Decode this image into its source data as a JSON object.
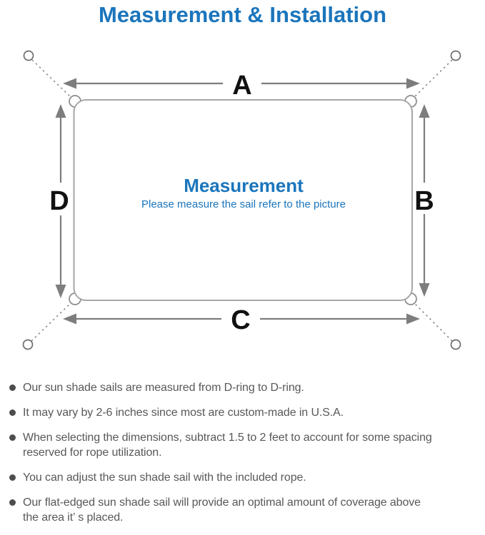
{
  "title": "Measurement & Installation",
  "diagram": {
    "edge_labels": {
      "top": "A",
      "right": "B",
      "bottom": "C",
      "left": "D"
    },
    "center_title": "Measurement",
    "center_subtitle": "Please measure the sail refer to the picture"
  },
  "notes": [
    "Our sun shade sails are measured from D-ring to D-ring.",
    "It may vary by 2-6 inches since most are custom-made in U.S.A.",
    "When selecting the dimensions, subtract 1.5 to 2 feet to account for some spacing\nreserved for rope utilization.",
    "You can adjust the sun shade sail with the included rope.",
    "Our flat-edged sun shade sail will provide an optimal amount of coverage above\nthe area it’ s placed."
  ],
  "colors": {
    "accent_blue": "#1B75BC",
    "edge_label_black": "#111111",
    "arrow_gray": "#7d7d7d",
    "sail_outline_gray": "#a7a7a7",
    "note_text_gray": "#585858"
  }
}
